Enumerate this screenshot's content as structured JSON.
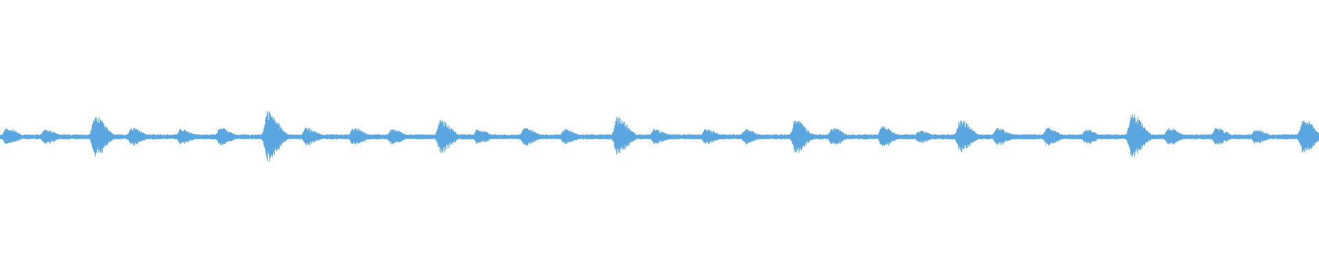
{
  "waveform": {
    "color": "#5aa6e0",
    "background": "#ffffff",
    "baseline_amplitude": 0.02,
    "bursts": [
      {
        "t": 0.005,
        "amp": 0.07
      },
      {
        "t": 0.034,
        "amp": 0.06
      },
      {
        "t": 0.072,
        "amp": 0.16
      },
      {
        "t": 0.1,
        "amp": 0.07
      },
      {
        "t": 0.137,
        "amp": 0.06
      },
      {
        "t": 0.167,
        "amp": 0.07
      },
      {
        "t": 0.203,
        "amp": 0.2
      },
      {
        "t": 0.232,
        "amp": 0.07
      },
      {
        "t": 0.268,
        "amp": 0.07
      },
      {
        "t": 0.297,
        "amp": 0.06
      },
      {
        "t": 0.334,
        "amp": 0.13
      },
      {
        "t": 0.362,
        "amp": 0.06
      },
      {
        "t": 0.398,
        "amp": 0.07
      },
      {
        "t": 0.428,
        "amp": 0.06
      },
      {
        "t": 0.468,
        "amp": 0.15
      },
      {
        "t": 0.496,
        "amp": 0.06
      },
      {
        "t": 0.535,
        "amp": 0.06
      },
      {
        "t": 0.565,
        "amp": 0.06
      },
      {
        "t": 0.603,
        "amp": 0.13
      },
      {
        "t": 0.631,
        "amp": 0.07
      },
      {
        "t": 0.669,
        "amp": 0.08
      },
      {
        "t": 0.697,
        "amp": 0.05
      },
      {
        "t": 0.728,
        "amp": 0.13
      },
      {
        "t": 0.756,
        "amp": 0.07
      },
      {
        "t": 0.794,
        "amp": 0.07
      },
      {
        "t": 0.823,
        "amp": 0.06
      },
      {
        "t": 0.858,
        "amp": 0.18
      },
      {
        "t": 0.886,
        "amp": 0.07
      },
      {
        "t": 0.922,
        "amp": 0.07
      },
      {
        "t": 0.952,
        "amp": 0.06
      },
      {
        "t": 0.988,
        "amp": 0.14
      }
    ]
  }
}
